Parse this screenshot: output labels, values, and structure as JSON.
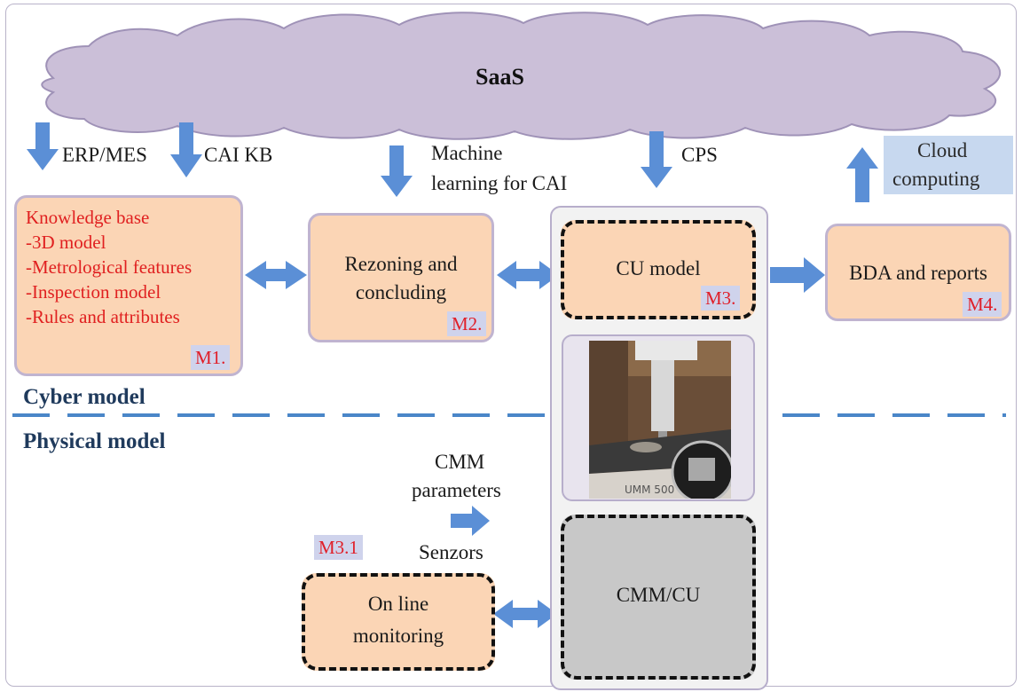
{
  "cloud": {
    "label": "SaaS"
  },
  "inputs": {
    "erp": "ERP/MES",
    "cai_kb": "CAI KB",
    "ml_line1": "Machine",
    "ml_line2": "learning for CAI",
    "cps": "CPS",
    "cloud_line1": "Cloud",
    "cloud_line2": "computing"
  },
  "knowledge_base": {
    "lines": [
      "Knowledge base",
      "-3D model",
      "-Metrological features",
      "-Inspection model",
      "-Rules and attributes"
    ],
    "tag": "M1."
  },
  "reasoning": {
    "line1": "Rezoning and",
    "line2": "concluding",
    "tag": "M2."
  },
  "cu_model": {
    "label": "CU model",
    "tag": "M3."
  },
  "bda": {
    "label": "BDA and reports",
    "tag": "M4."
  },
  "photo": {
    "machine_text": "UMM 500"
  },
  "sections": {
    "cyber": "Cyber model",
    "physical": "Physical model"
  },
  "sensors": {
    "line1": "CMM",
    "line2": "parameters",
    "line3": "Senzors"
  },
  "monitoring": {
    "tag": "M3.1",
    "line1": "On line",
    "line2": "monitoring"
  },
  "cmm": {
    "label": "CMM/CU"
  },
  "colors": {
    "arrow": "#5b8fd6",
    "box_fill": "#fbd5b5",
    "cloud_fill": "#cbbfd8",
    "cmm_fill": "#c8c8c8",
    "dash_line": "#4a86c8",
    "red_text": "#e02020"
  }
}
